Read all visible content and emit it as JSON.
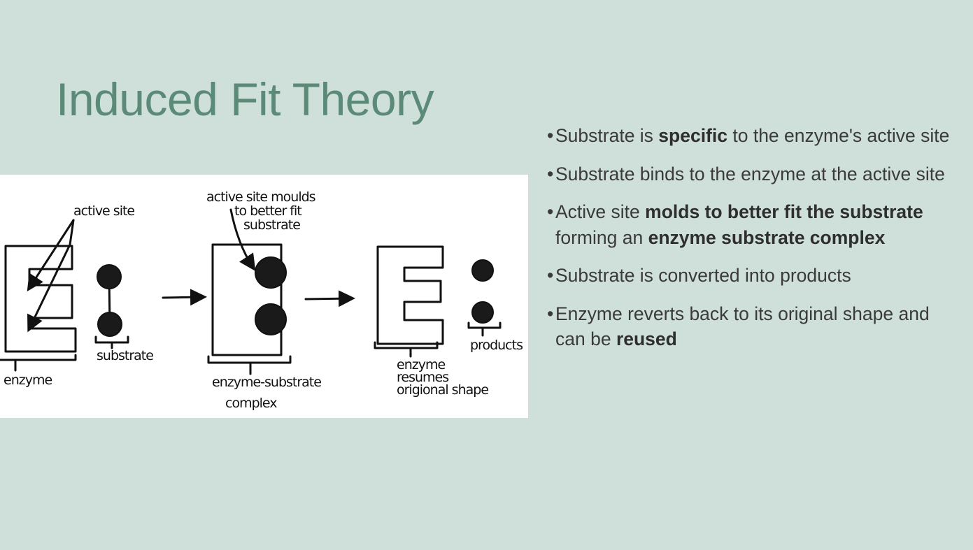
{
  "slide": {
    "title": "Induced Fit Theory",
    "bullet_char": "•",
    "bullets": [
      {
        "segments": [
          {
            "text": "Substrate is ",
            "bold": false
          },
          {
            "text": "specific",
            "bold": true
          },
          {
            "text": " to the enzyme's active site",
            "bold": false
          }
        ]
      },
      {
        "segments": [
          {
            "text": "Substrate binds to the enzyme at the active site",
            "bold": false
          }
        ]
      },
      {
        "segments": [
          {
            "text": "Active site ",
            "bold": false
          },
          {
            "text": "molds to better fit the substrate",
            "bold": true
          },
          {
            "text": " forming an ",
            "bold": false
          },
          {
            "text": "enzyme substrate complex",
            "bold": true
          }
        ]
      },
      {
        "segments": [
          {
            "text": "Substrate is converted into products",
            "bold": false
          }
        ]
      },
      {
        "segments": [
          {
            "text": "Enzyme reverts back to its original shape and can be ",
            "bold": false
          },
          {
            "text": "reused",
            "bold": true
          }
        ]
      }
    ]
  },
  "diagram": {
    "labels": {
      "active_site": "active site",
      "enzyme": "enzyme",
      "substrate": "substrate",
      "moulds_line1": "active site moulds",
      "moulds_line2": "to better fit",
      "moulds_line3": "substrate",
      "es_line1": "enzyme-substrate",
      "es_line2": "complex",
      "products": "products",
      "resume_line1": "enzyme",
      "resume_line2": "resumes",
      "resume_line3": "origional shape"
    }
  }
}
